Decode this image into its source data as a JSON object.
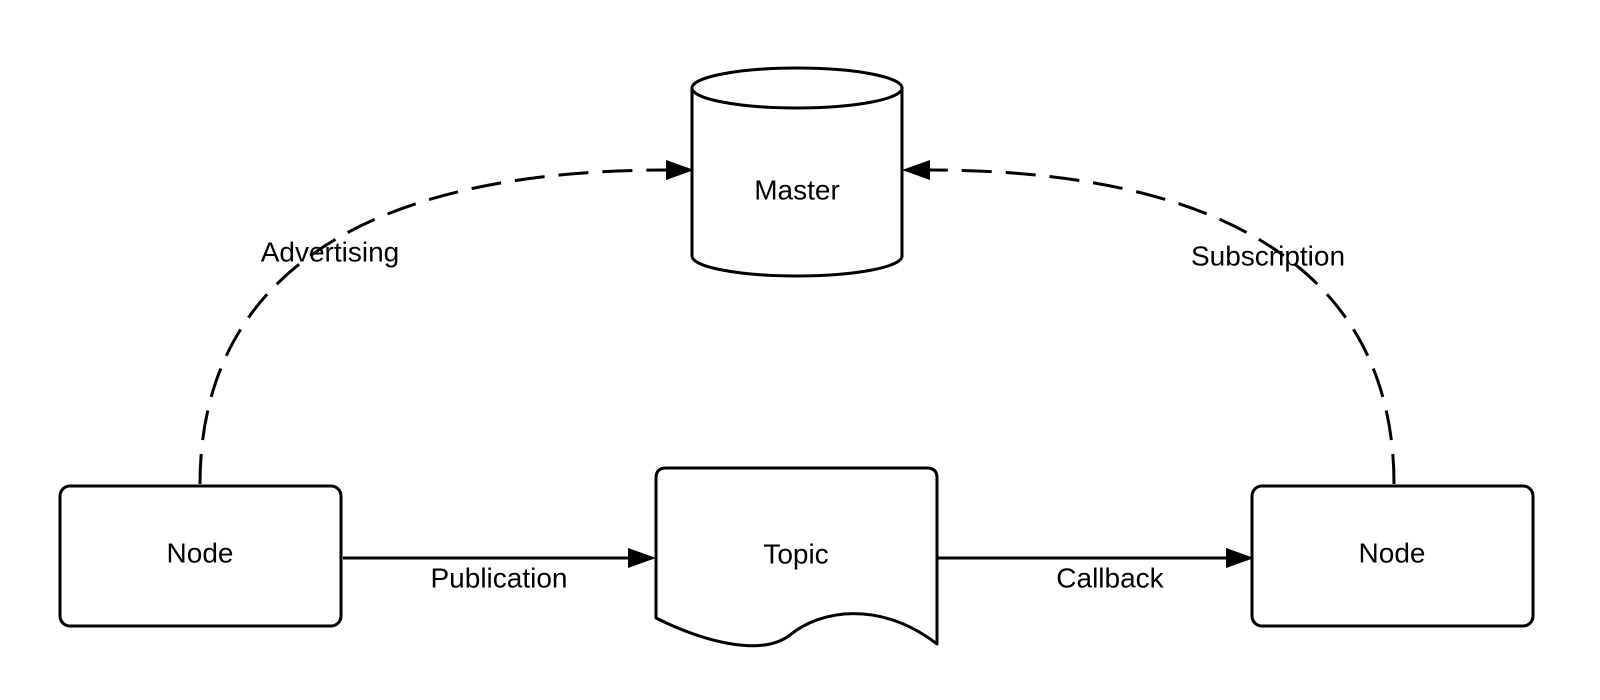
{
  "diagram": {
    "nodes": {
      "master": {
        "label": "Master",
        "shape": "cylinder"
      },
      "node_left": {
        "label": "Node",
        "shape": "rounded-rectangle"
      },
      "topic": {
        "label": "Topic",
        "shape": "document"
      },
      "node_right": {
        "label": "Node",
        "shape": "rounded-rectangle"
      }
    },
    "edges": {
      "advertising": {
        "label": "Advertising",
        "from": "node_left",
        "to": "master",
        "style": "dashed"
      },
      "subscription": {
        "label": "Subscription",
        "from": "node_right",
        "to": "master",
        "style": "dashed"
      },
      "publication": {
        "label": "Publication",
        "from": "node_left",
        "to": "topic",
        "style": "solid"
      },
      "callback": {
        "label": "Callback",
        "from": "topic",
        "to": "node_right",
        "style": "solid"
      }
    },
    "colors": {
      "stroke": "#000000",
      "fill": "#ffffff",
      "text": "#000000"
    }
  }
}
